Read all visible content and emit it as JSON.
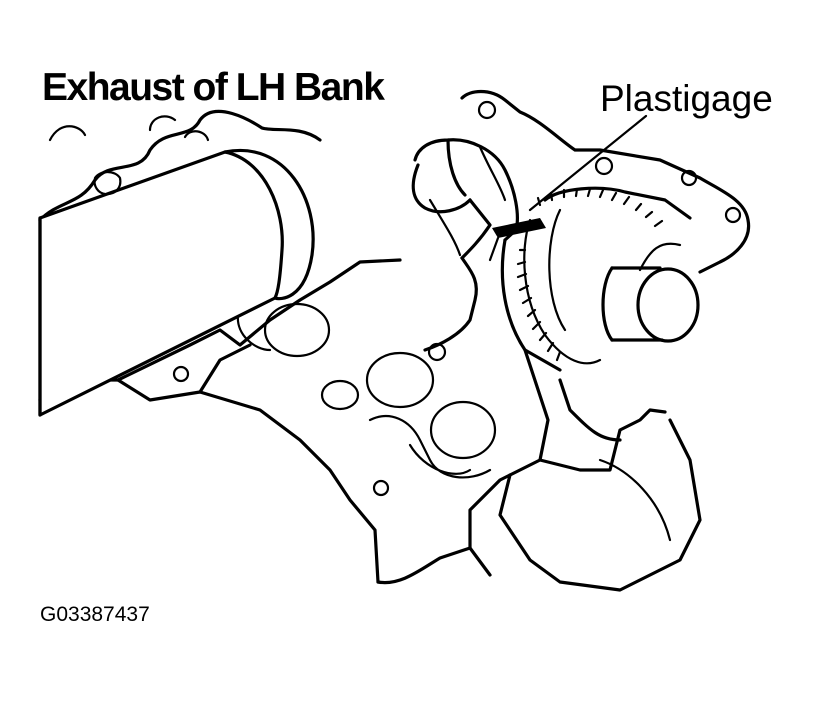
{
  "diagram": {
    "title": "Exhaust of LH Bank",
    "callout_label": "Plastigage",
    "figure_code": "G03387437"
  },
  "colors": {
    "ink": "#000000",
    "background": "#ffffff"
  }
}
